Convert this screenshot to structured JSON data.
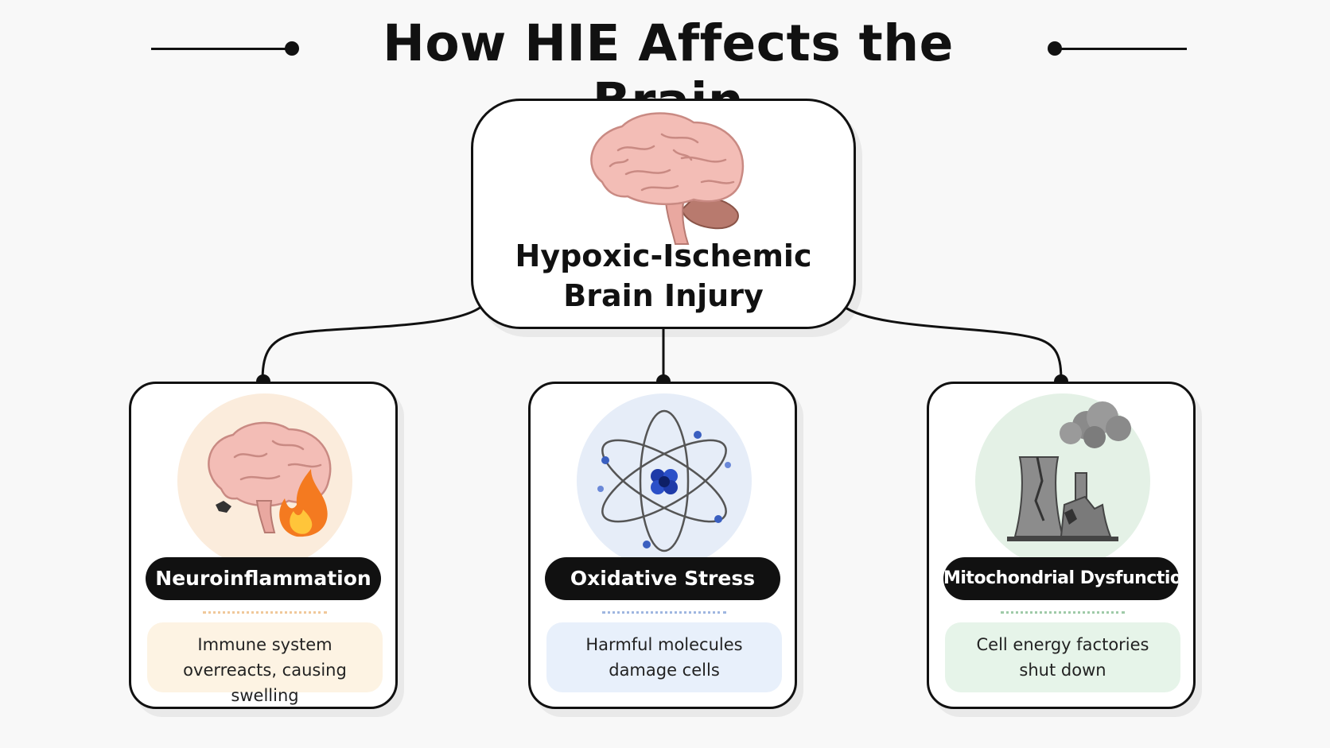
{
  "title": "How HIE Affects the Brain",
  "center": {
    "line1": "Hypoxic-Ischemic",
    "line2": "Brain Injury",
    "icon": "brain-icon"
  },
  "cards": [
    {
      "label": "Neuroinflammation",
      "line1": "Immune system",
      "line2": "overreacts, causing swelling",
      "icon": "inflamed-brain-icon",
      "circle_color": "#fbecdc",
      "desc_color": "#fdf3e3"
    },
    {
      "label": "Oxidative Stress",
      "line1": "Harmful molecules",
      "line2": "damage cells",
      "icon": "atom-icon",
      "circle_color": "#e6edf8",
      "desc_color": "#e8f0fb"
    },
    {
      "label": "Mitochondrial Dysfunction",
      "line1": "Cell energy factories",
      "line2": "shut down",
      "icon": "factory-icon",
      "circle_color": "#e4f1e6",
      "desc_color": "#e6f4e9"
    }
  ]
}
